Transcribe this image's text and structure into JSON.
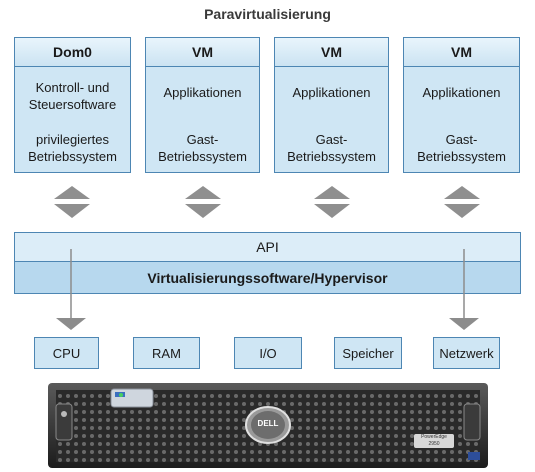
{
  "title": "Paravirtualisierung",
  "columns": [
    {
      "head": "Dom0",
      "line1": "Kontroll- und",
      "line2": "Steuersoftware",
      "line3": "privilegiertes",
      "line4": "Betriebssystem"
    },
    {
      "head": "VM",
      "line1": "Applikationen",
      "line2": "",
      "line3": "Gast-",
      "line4": "Betriebssystem"
    },
    {
      "head": "VM",
      "line1": "Applikationen",
      "line2": "",
      "line3": "Gast-",
      "line4": "Betriebssystem"
    },
    {
      "head": "VM",
      "line1": "Applikationen",
      "line2": "",
      "line3": "Gast-",
      "line4": "Betriebssystem"
    }
  ],
  "api_label": "API",
  "hypervisor_label": "Virtualisierungssoftware/Hypervisor",
  "hardware": [
    "CPU",
    "RAM",
    "I/O",
    "Speicher",
    "Netzwerk"
  ],
  "server": {
    "brand": "DELL",
    "model": "PowerEdge",
    "model_no": "2950"
  },
  "colors": {
    "box_fill": "#cfe6f4",
    "box_border": "#4d86b3",
    "arrow": "#8c8c8c",
    "server": "#2b2b2b"
  }
}
